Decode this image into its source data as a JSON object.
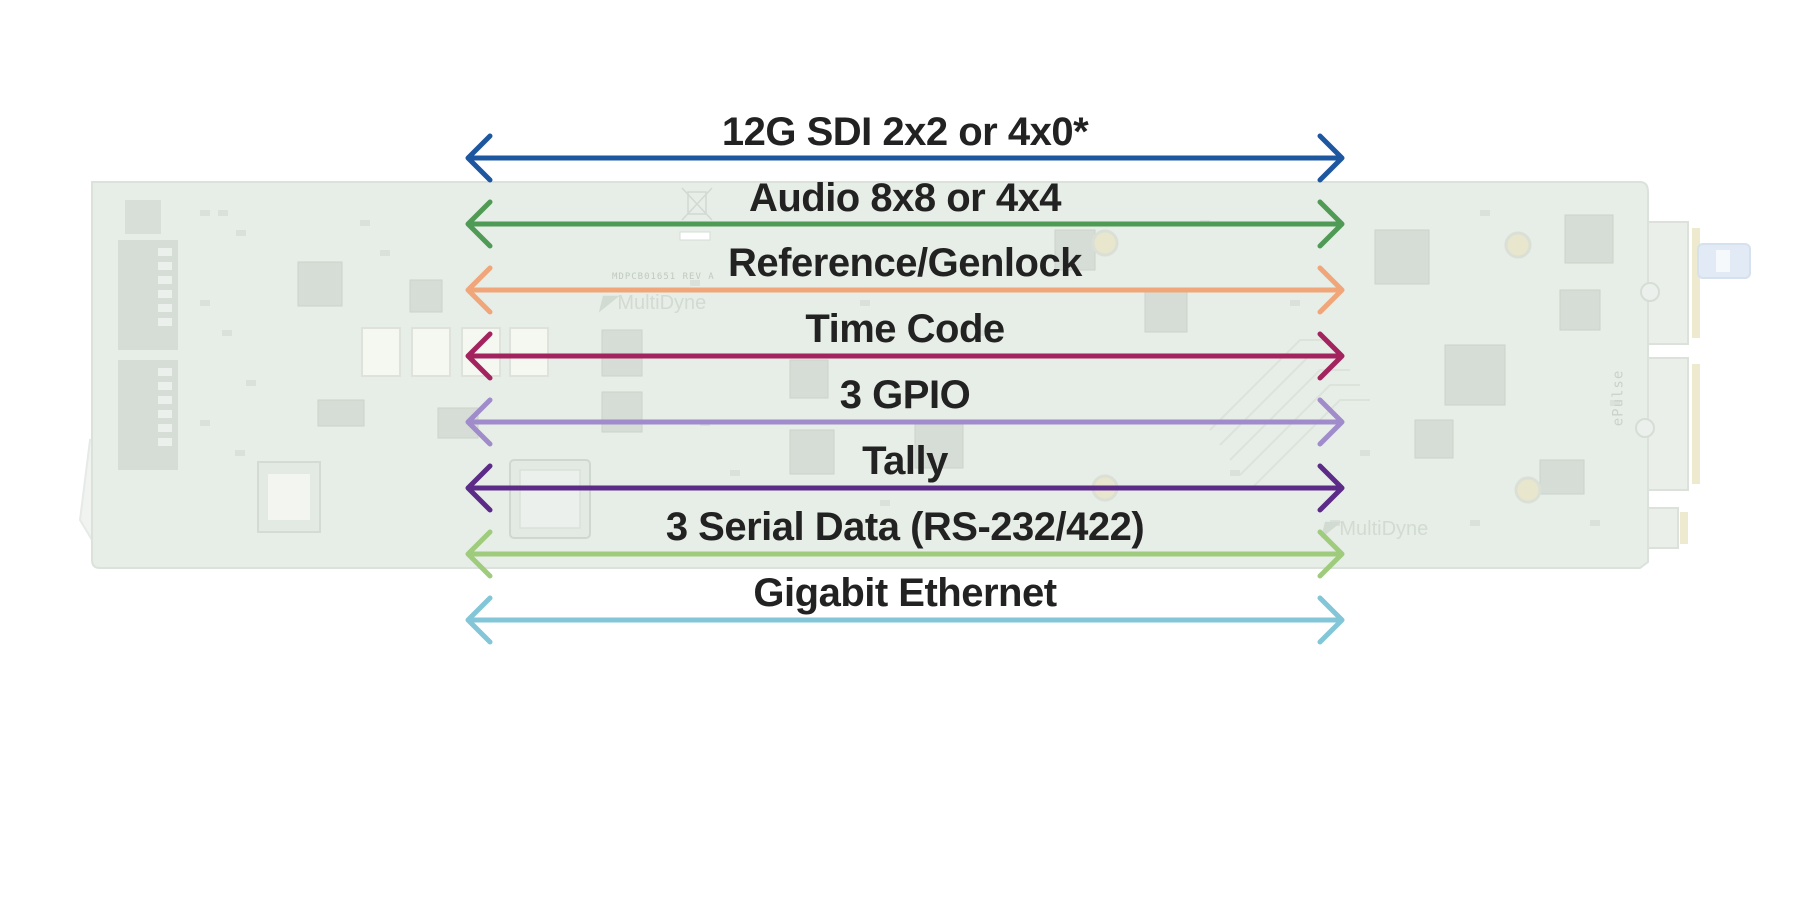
{
  "board": {
    "part_number": "MDPCB01651 REV A",
    "brands": [
      "MultiDyne",
      "MultiDyne"
    ],
    "vertical_text": "ePulse"
  },
  "signals": [
    {
      "label": "12G SDI 2x2 or 4x0*",
      "color": "#1c57a0"
    },
    {
      "label": "Audio 8x8 or 4x4",
      "color": "#4f9a55"
    },
    {
      "label": "Reference/Genlock",
      "color": "#f1a67a"
    },
    {
      "label": "Time Code",
      "color": "#a3235f"
    },
    {
      "label": "3 GPIO",
      "color": "#a08ccb"
    },
    {
      "label": "Tally",
      "color": "#5c2a87"
    },
    {
      "label": "3 Serial Data (RS-232/422)",
      "color": "#9fcc7c"
    },
    {
      "label": "Gigabit Ethernet",
      "color": "#82c6d8"
    }
  ]
}
